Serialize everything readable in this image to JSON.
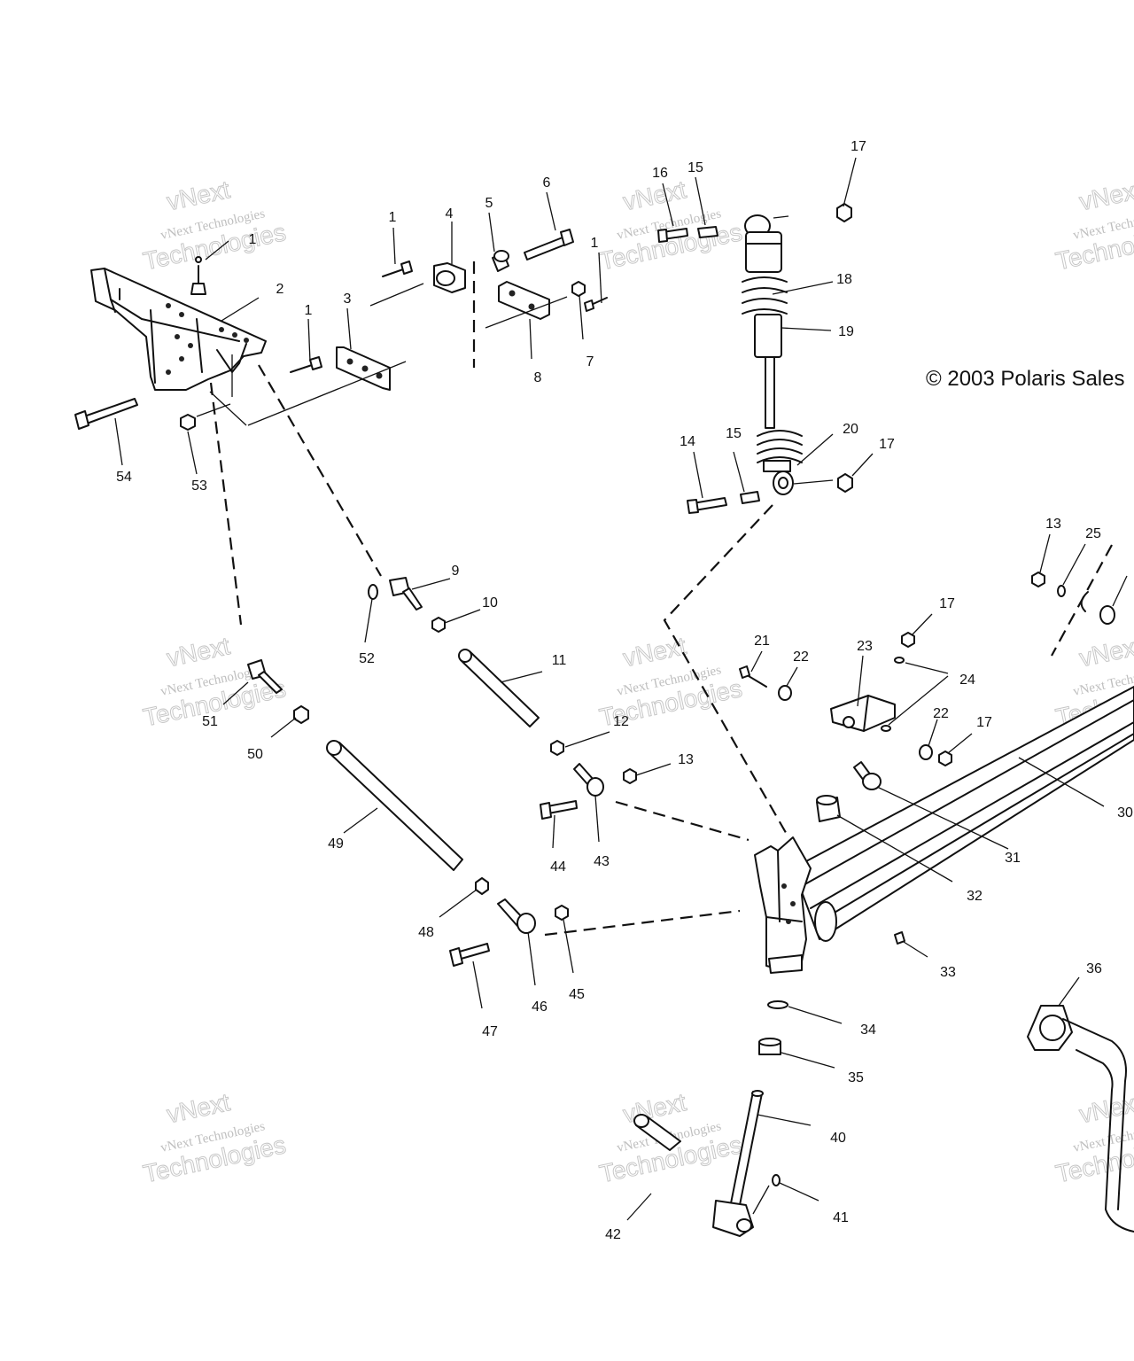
{
  "copyright": "© 2003 Polaris Sales",
  "watermark": {
    "brand": "vNext",
    "small": "vNext Technologies",
    "big": "Technologies"
  },
  "callouts": [
    "1",
    "1",
    "1",
    "1",
    "2",
    "3",
    "4",
    "5",
    "6",
    "7",
    "8",
    "9",
    "10",
    "11",
    "12",
    "13",
    "13",
    "14",
    "15",
    "15",
    "16",
    "17",
    "17",
    "17",
    "17",
    "18",
    "19",
    "20",
    "21",
    "22",
    "22",
    "23",
    "24",
    "25",
    "30",
    "31",
    "32",
    "33",
    "34",
    "35",
    "36",
    "40",
    "41",
    "42",
    "43",
    "44",
    "45",
    "46",
    "47",
    "48",
    "49",
    "50",
    "51",
    "52",
    "53",
    "54"
  ]
}
